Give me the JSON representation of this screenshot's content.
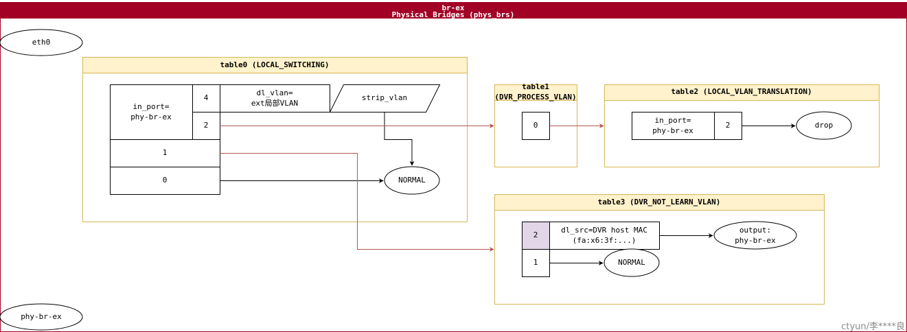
{
  "bridge": {
    "name": "br-ex",
    "subtitle": "Physical Bridges (phys_brs)"
  },
  "ports": {
    "eth0": "eth0",
    "phy_br_ex": "phy-br-ex"
  },
  "tables": {
    "table0": {
      "title": "table0 (LOCAL_SWITCHING)",
      "match": {
        "line1": "in_port=",
        "line2": "phy-br-ex"
      },
      "prio_4": "4",
      "prio_2": "2",
      "prio_1": "1",
      "prio_0": "0",
      "dl_vlan": {
        "line1": "dl_vlan=",
        "line2": "ext局部VLAN"
      },
      "strip_vlan": "strip_vlan",
      "normal": "NORMAL"
    },
    "table1": {
      "title_line1": "table1",
      "title_line2": "(DVR_PROCESS_VLAN)",
      "prio_0": "0"
    },
    "table2": {
      "title": "table2 (LOCAL_VLAN_TRANSLATION)",
      "match": {
        "line1": "in_port=",
        "line2": "phy-br-ex"
      },
      "prio_2": "2",
      "drop": "drop"
    },
    "table3": {
      "title": "table3 (DVR_NOT_LEARN_VLAN)",
      "prio_2": "2",
      "prio_1": "1",
      "dl_src": {
        "line1": "dl_src=DVR host MAC",
        "line2": "(fa:x6:3f:...)"
      },
      "output": {
        "line1": "output:",
        "line2": "phy-br-ex"
      },
      "normal": "NORMAL"
    }
  },
  "watermark": "ctyun/李****良",
  "colors": {
    "header_bg": "#a20025",
    "header_text": "#ffffff",
    "table_header_bg": "#fff2cc",
    "table_border": "#d6b656",
    "flow_arrow": "#b85450",
    "highlight_cell": "#e1d5e7"
  }
}
